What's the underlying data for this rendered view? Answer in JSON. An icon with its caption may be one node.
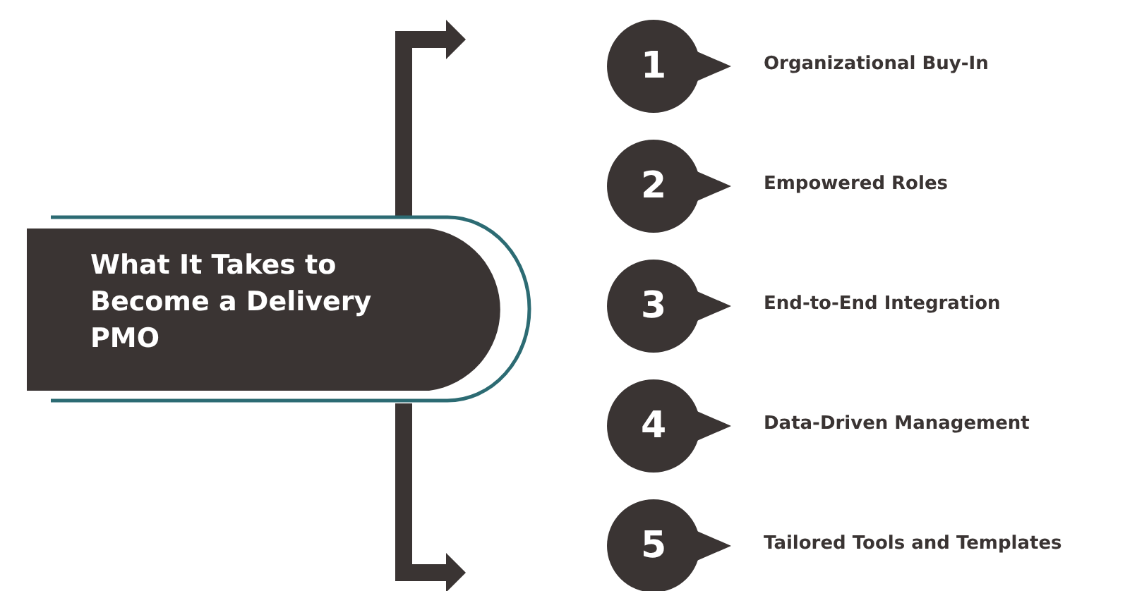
{
  "diagram": {
    "nodes": [
      {
        "text": [
          "What It Takes to Become a Delivery PMO"
        ]
      },
      {
        "text": [
          "1"
        ],
        "beside": [
          "Organizational Buy-In"
        ]
      },
      {
        "text": [
          "2"
        ],
        "beside": [
          "Empowered Roles"
        ]
      },
      {
        "text": [
          "3"
        ],
        "beside": [
          "End-to-End Integration"
        ]
      },
      {
        "text": [
          "4"
        ],
        "beside": [
          "Data-Driven Management"
        ]
      },
      {
        "text": [
          "5"
        ],
        "beside": [
          "Tailored Tools and Templates"
        ]
      }
    ]
  }
}
